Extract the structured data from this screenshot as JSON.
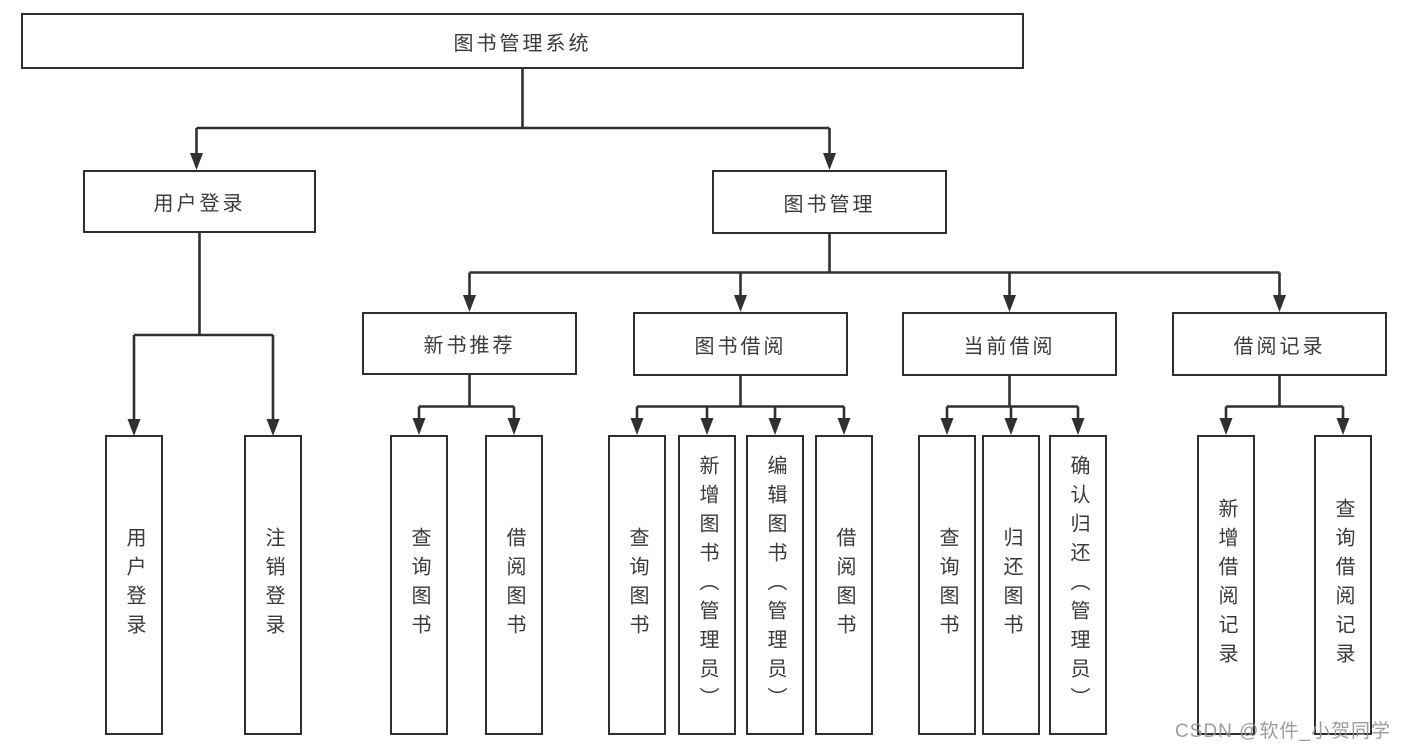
{
  "diagram_title": "图书管理系统",
  "colors": {
    "line": "#303030",
    "box_border": "#2f2f2f",
    "text": "#3a3a3a",
    "watermark": "#949494",
    "background": "#ffffff"
  },
  "tree": {
    "label": "图书管理系统",
    "children": [
      {
        "label": "用户登录",
        "children": [
          {
            "label": "用户登录"
          },
          {
            "label": "注销登录"
          }
        ]
      },
      {
        "label": "图书管理",
        "children": [
          {
            "label": "新书推荐",
            "children": [
              {
                "label": "查询图书"
              },
              {
                "label": "借阅图书"
              }
            ]
          },
          {
            "label": "图书借阅",
            "children": [
              {
                "label": "查询图书"
              },
              {
                "label": "新增图书（管理员）"
              },
              {
                "label": "编辑图书（管理员）"
              },
              {
                "label": "借阅图书"
              }
            ]
          },
          {
            "label": "当前借阅",
            "children": [
              {
                "label": "查询图书"
              },
              {
                "label": "归还图书"
              },
              {
                "label": "确认归还（管理员）"
              }
            ]
          },
          {
            "label": "借阅记录",
            "children": [
              {
                "label": "新增借阅记录"
              },
              {
                "label": "查询借阅记录"
              }
            ]
          }
        ]
      }
    ]
  },
  "watermark": "CSDN @软件_小贺同学"
}
